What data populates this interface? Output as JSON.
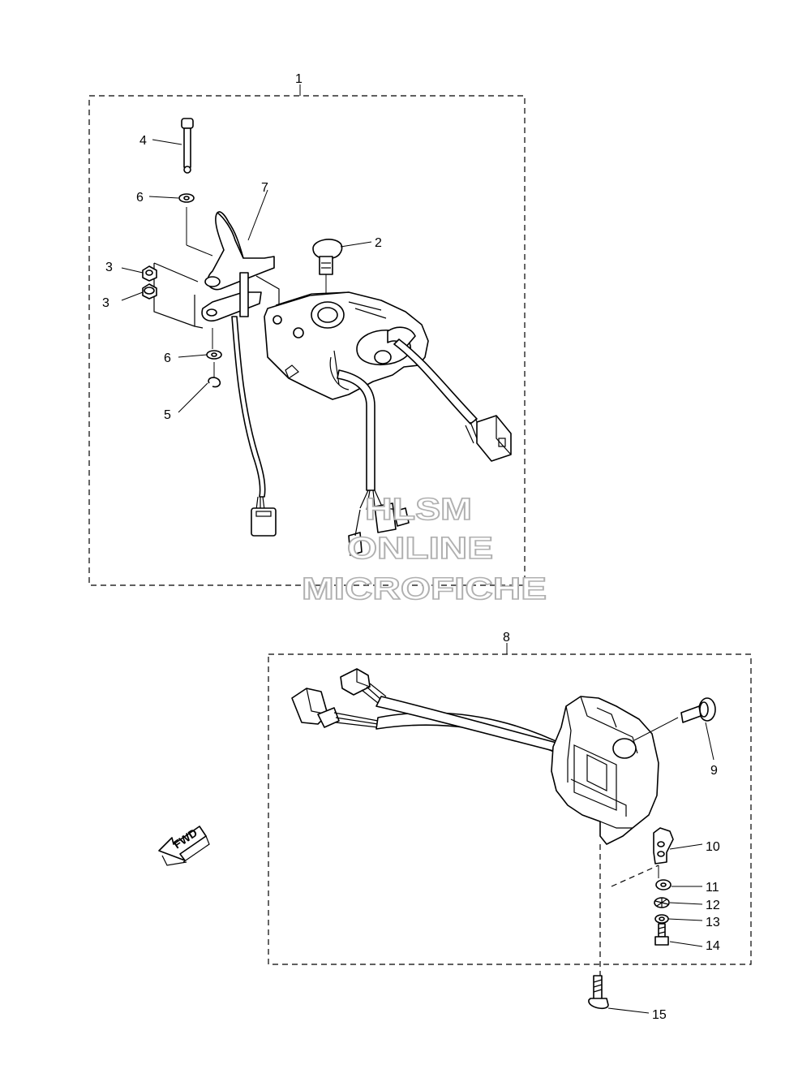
{
  "labels": {
    "p1": "1",
    "p2": "2",
    "p3a": "3",
    "p3b": "3",
    "p4": "4",
    "p5": "5",
    "p6a": "6",
    "p6b": "6",
    "p7": "7",
    "p8": "8",
    "p9": "9",
    "p10": "10",
    "p11": "11",
    "p12": "12",
    "p13": "13",
    "p14": "14",
    "p15": "15"
  },
  "fwd_label": "FWD",
  "watermark": {
    "line1": "HLSM",
    "line2": "ONLINE",
    "line3": "MICROFICHE"
  }
}
